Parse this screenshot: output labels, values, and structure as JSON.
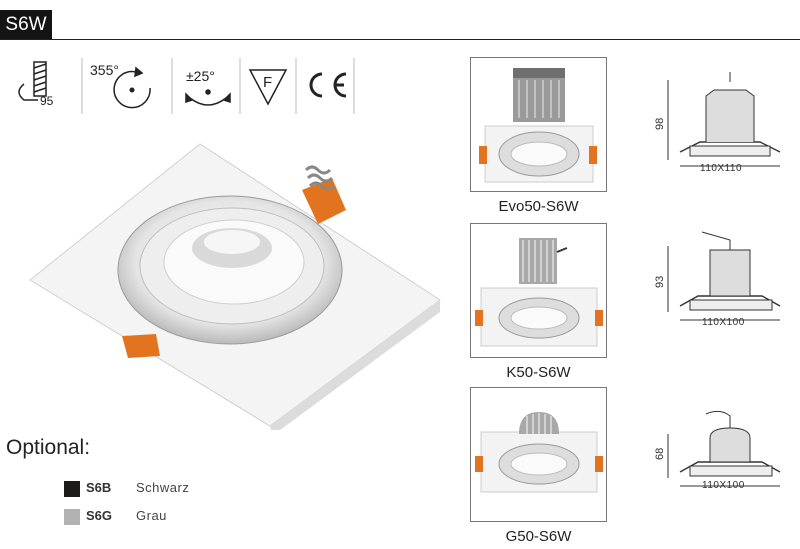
{
  "header": {
    "tag": "S6W"
  },
  "specs": {
    "ip_value": "95",
    "rotation": "355°",
    "tilt": "±25°",
    "f_mark": "F",
    "ce_mark": "CE"
  },
  "models": [
    {
      "name": "Evo50-S6W",
      "height": "98",
      "size": "110X110"
    },
    {
      "name": "K50-S6W",
      "height": "93",
      "size": "110X100"
    },
    {
      "name": "G50-S6W",
      "height": "68",
      "size": "110X100"
    }
  ],
  "optional": {
    "title": "Optional:",
    "items": [
      {
        "code": "S6B",
        "name": "Schwarz",
        "color": "#1e1a17"
      },
      {
        "code": "S6G",
        "name": "Grau",
        "color": "#b2b2b2"
      }
    ]
  },
  "colors": {
    "accent_orange": "#e2731f",
    "tag_bg": "#141414"
  }
}
